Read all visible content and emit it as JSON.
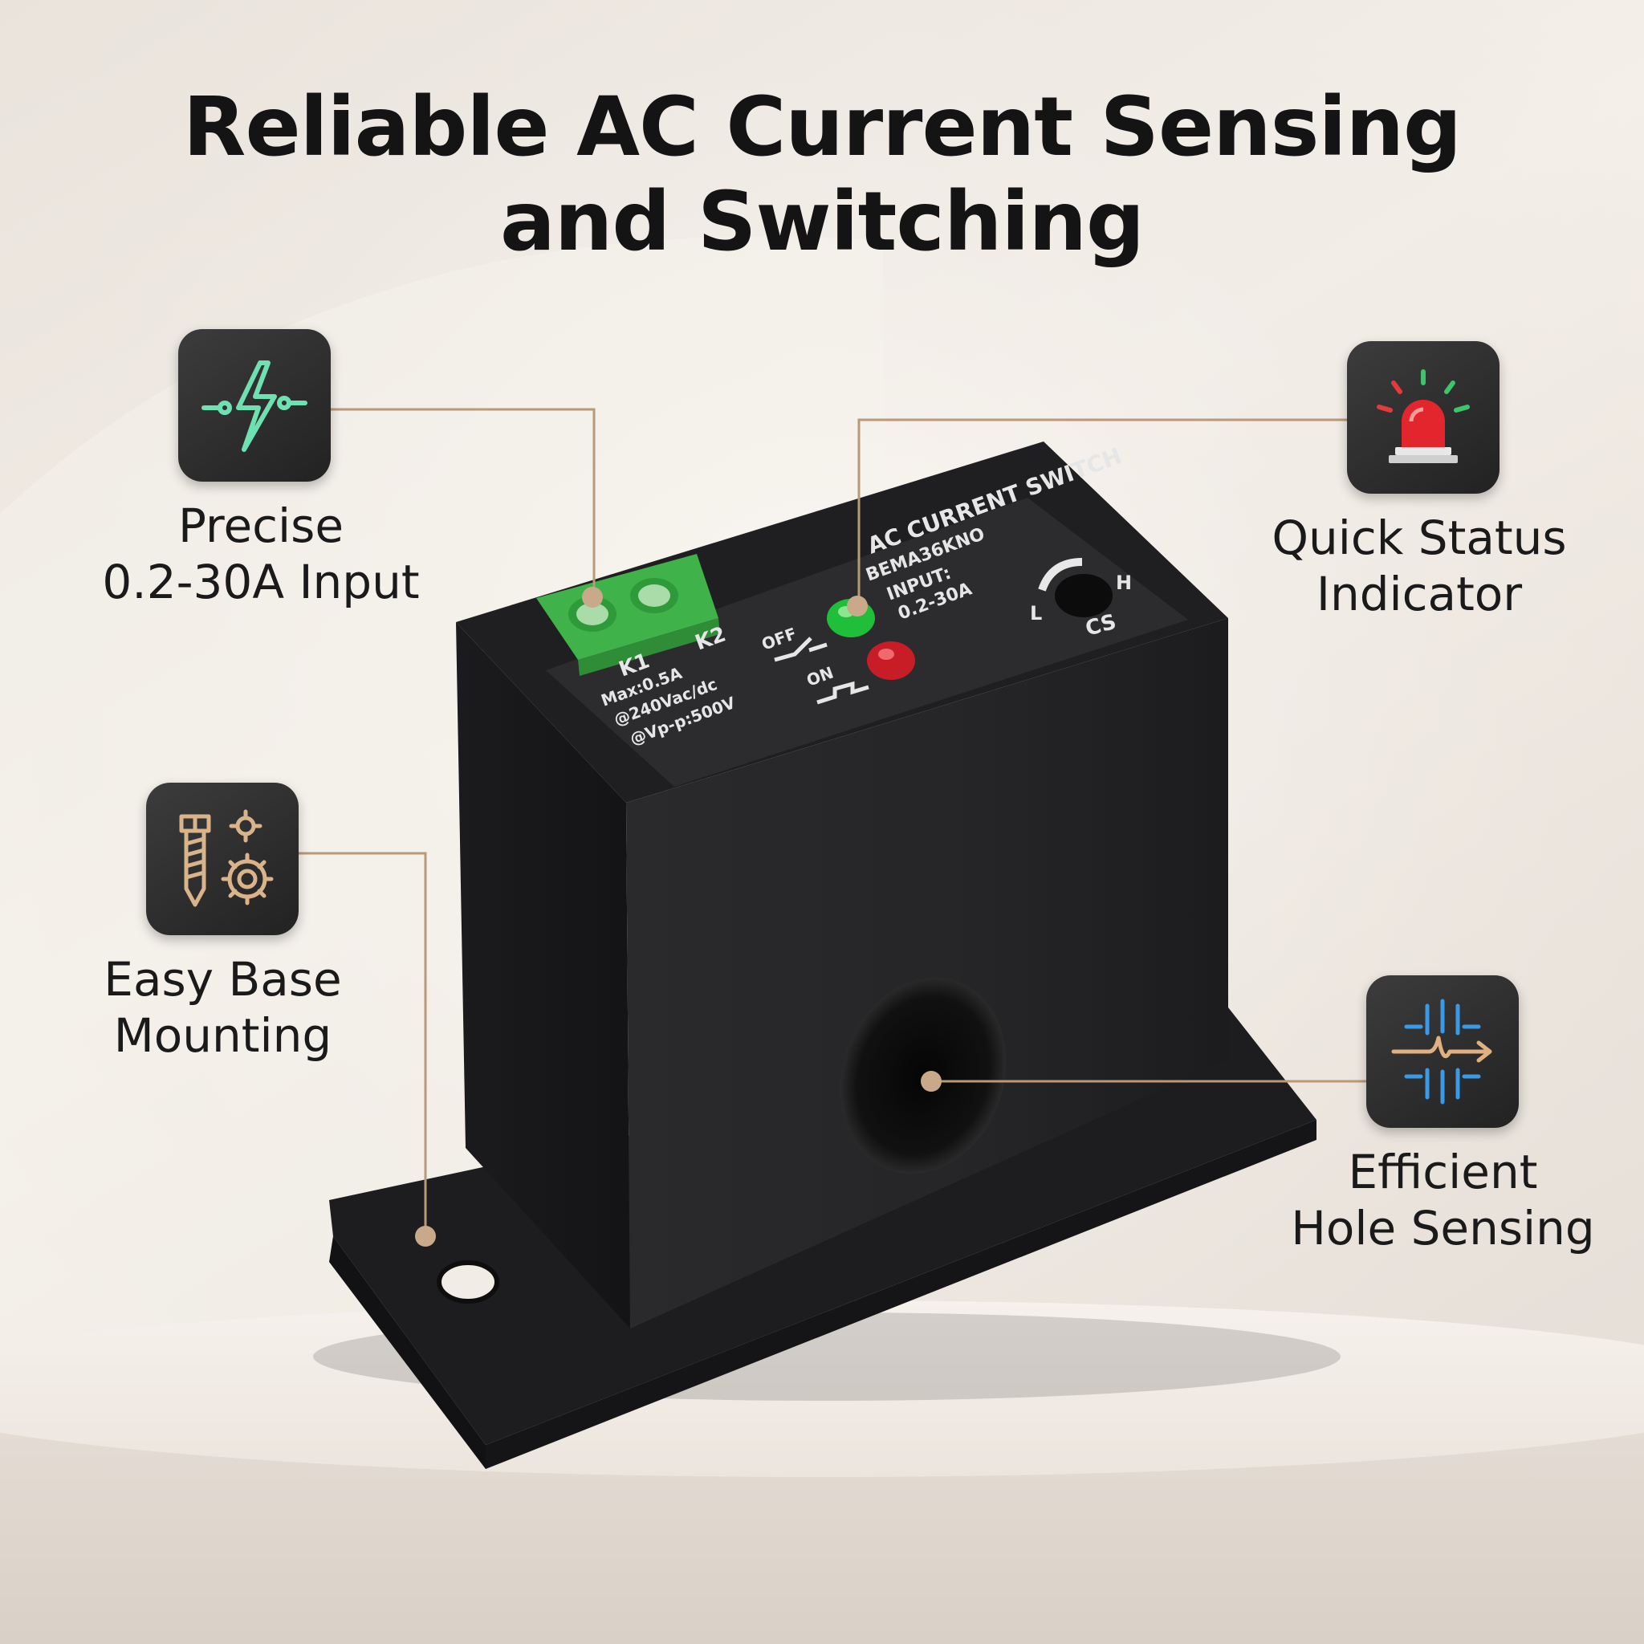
{
  "title": {
    "line1": "Reliable AC Current Sensing",
    "line2": "and Switching"
  },
  "features": [
    {
      "icon": "lightning-bolt-icon",
      "line1": "Precise",
      "line2": "0.2-30A Input"
    },
    {
      "icon": "alarm-light-icon",
      "line1": "Quick Status",
      "line2": "Indicator"
    },
    {
      "icon": "screw-gear-icon",
      "line1": "Easy Base",
      "line2": "Mounting"
    },
    {
      "icon": "signal-wave-icon",
      "line1": "Efficient",
      "line2": "Hole Sensing"
    }
  ],
  "device": {
    "title": "AC CURRENT SWITCH",
    "model": "BEMA36KNO",
    "input_label": "INPUT:",
    "input_range": "0.2-30A",
    "terminal_1": "K1",
    "terminal_2": "K2",
    "rating_1": "Max:0.5A",
    "rating_2": "@240Vac/dc",
    "rating_3": "@Vp-p:500V",
    "off_label": "OFF",
    "on_label": "ON",
    "low_label": "L",
    "high_label": "H",
    "cs_label": "CS"
  },
  "colors": {
    "accent_line": "#b89a78",
    "device_body": "#242426",
    "led_green": "#1fbf3a",
    "led_red": "#d0202a",
    "terminal_green": "#3fb34a"
  }
}
